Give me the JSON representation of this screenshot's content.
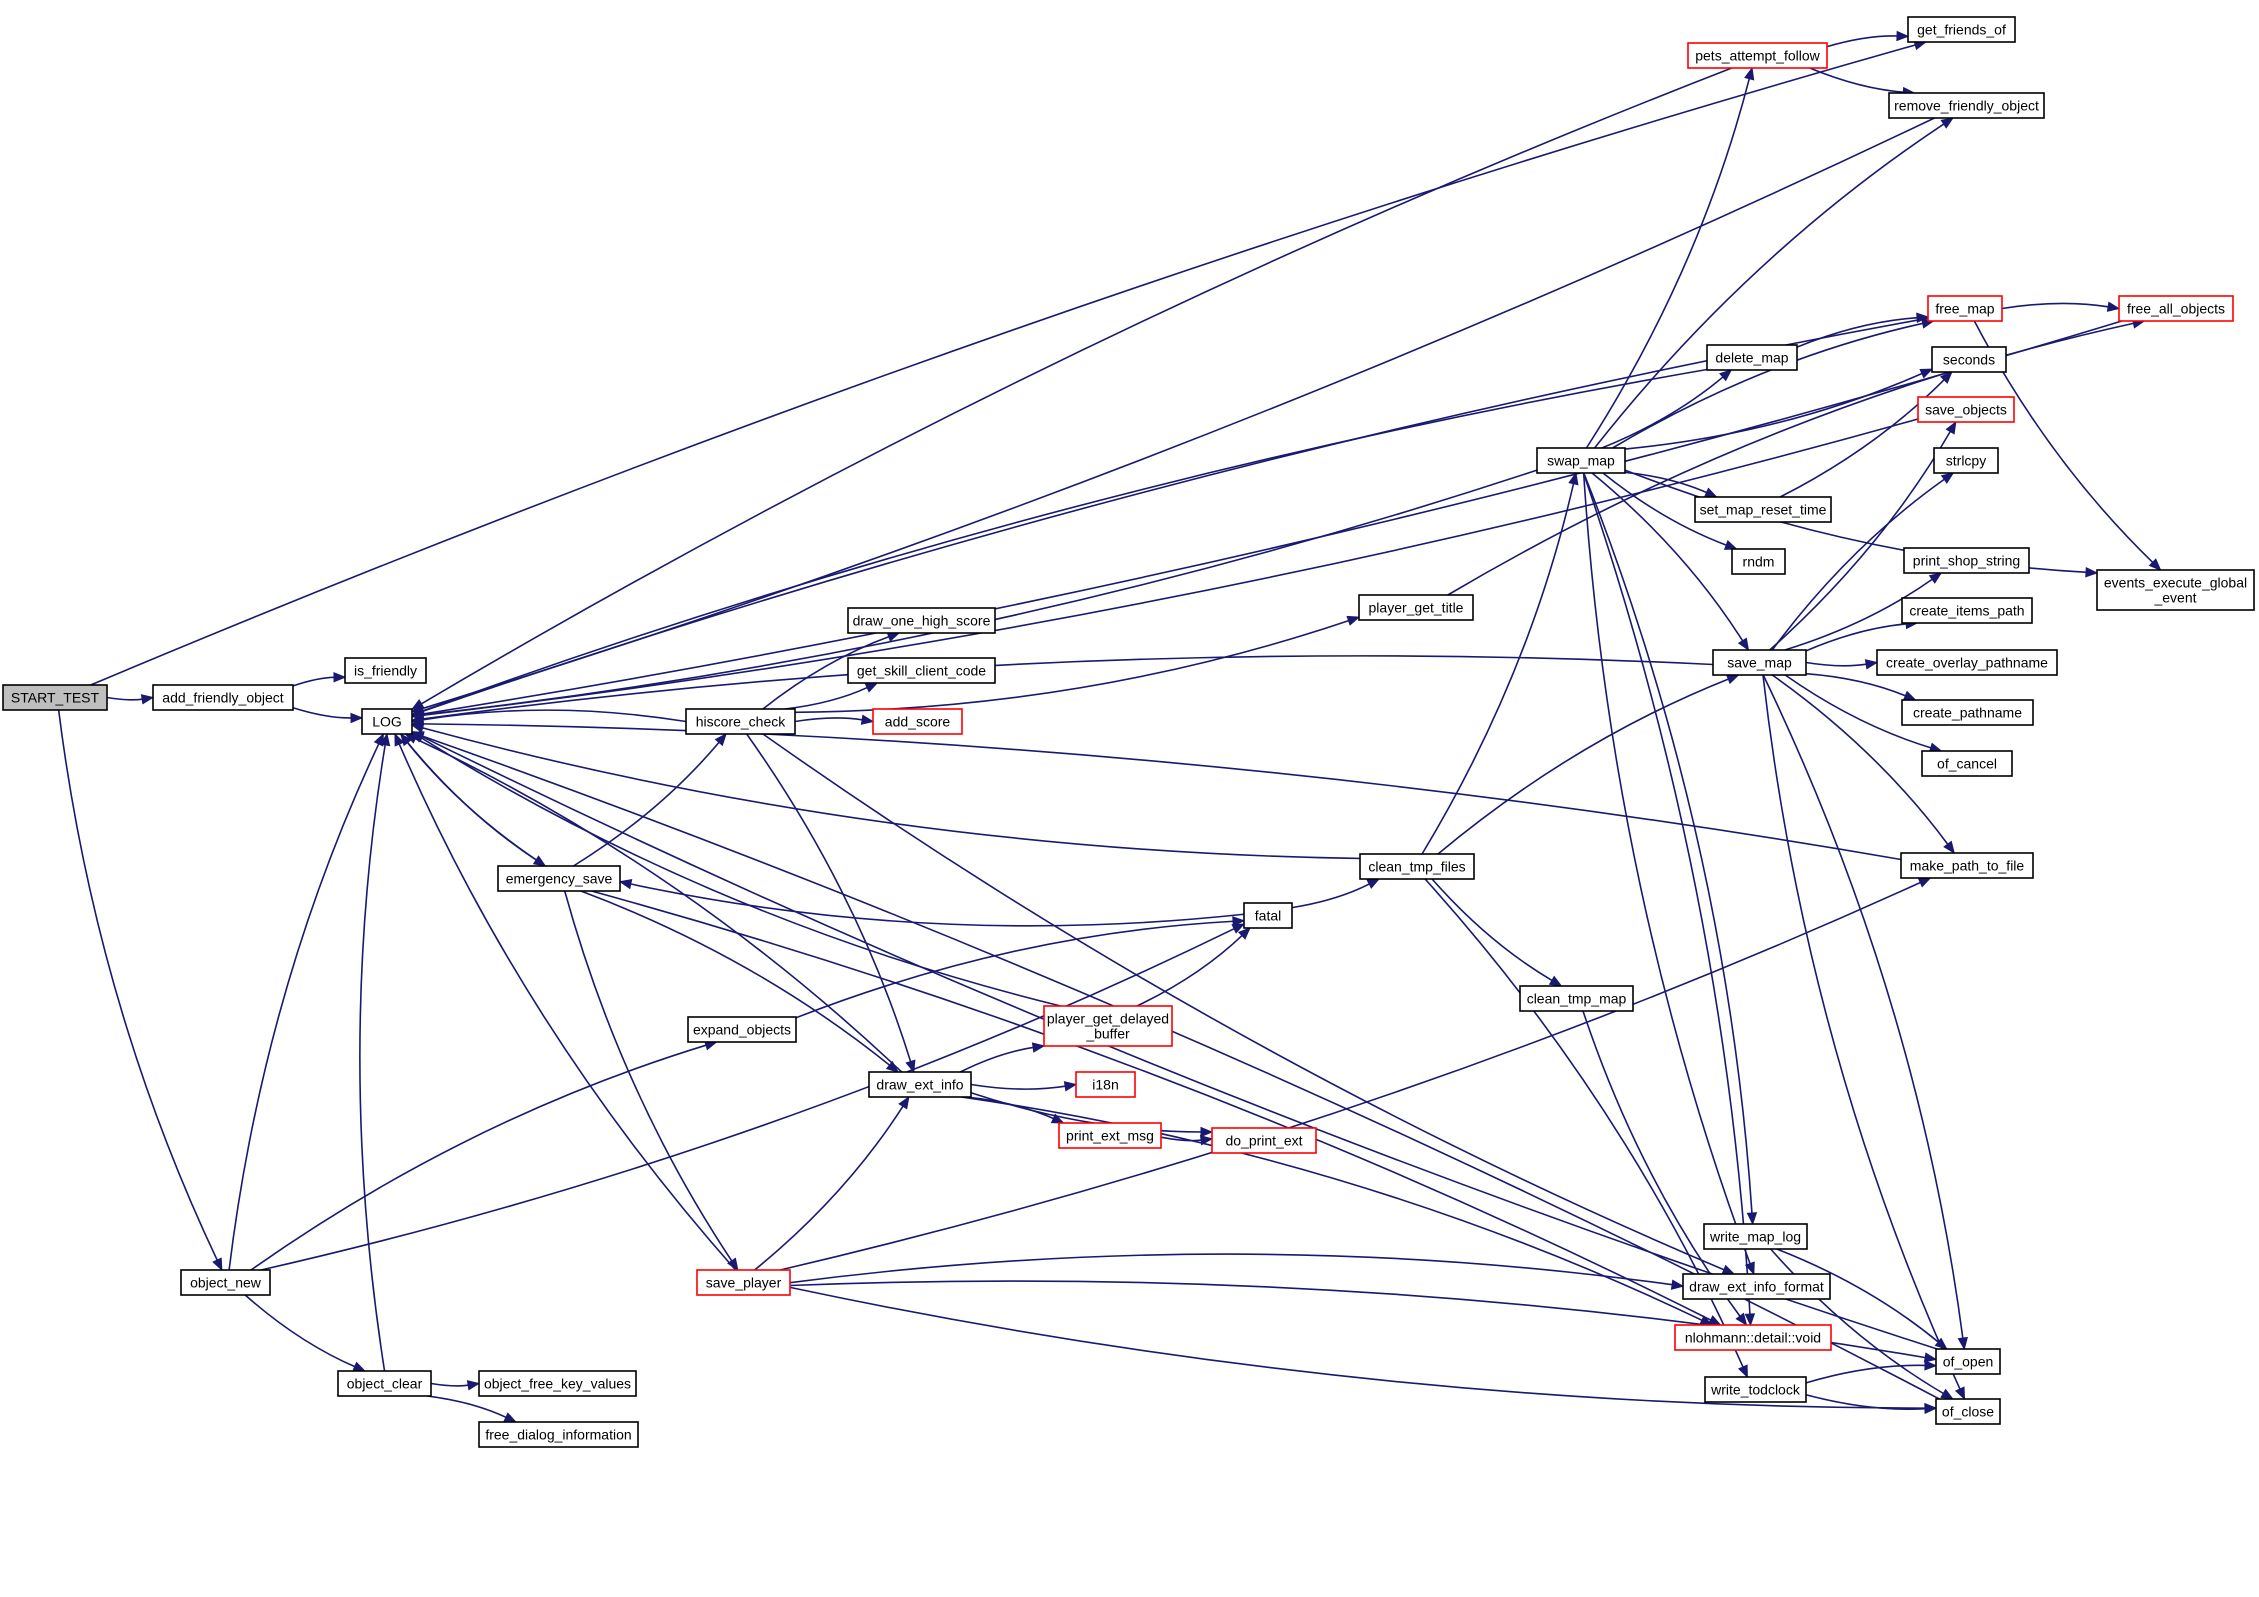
{
  "graph": {
    "nodes": [
      {
        "id": "START_TEST",
        "label": [
          "START_TEST"
        ],
        "style": "root"
      },
      {
        "id": "add_friendly_object",
        "label": [
          "add_friendly_object"
        ]
      },
      {
        "id": "is_friendly",
        "label": [
          "is_friendly"
        ]
      },
      {
        "id": "LOG",
        "label": [
          "LOG"
        ]
      },
      {
        "id": "object_new",
        "label": [
          "object_new"
        ]
      },
      {
        "id": "object_clear",
        "label": [
          "object_clear"
        ]
      },
      {
        "id": "object_free_key_values",
        "label": [
          "object_free_key_values"
        ]
      },
      {
        "id": "free_dialog_information",
        "label": [
          "free_dialog_information"
        ]
      },
      {
        "id": "emergency_save",
        "label": [
          "emergency_save"
        ]
      },
      {
        "id": "hiscore_check",
        "label": [
          "hiscore_check"
        ]
      },
      {
        "id": "draw_one_high_score",
        "label": [
          "draw_one_high_score"
        ]
      },
      {
        "id": "get_skill_client_code",
        "label": [
          "get_skill_client_code"
        ]
      },
      {
        "id": "add_score",
        "label": [
          "add_score"
        ],
        "style": "truncated"
      },
      {
        "id": "expand_objects",
        "label": [
          "expand_objects"
        ]
      },
      {
        "id": "draw_ext_info",
        "label": [
          "draw_ext_info"
        ]
      },
      {
        "id": "save_player",
        "label": [
          "save_player"
        ],
        "style": "truncated"
      },
      {
        "id": "player_get_delayed_buffer",
        "label": [
          "player_get_delayed",
          "_buffer"
        ],
        "style": "truncated"
      },
      {
        "id": "i18n",
        "label": [
          "i18n"
        ],
        "style": "truncated"
      },
      {
        "id": "print_ext_msg",
        "label": [
          "print_ext_msg"
        ],
        "style": "truncated"
      },
      {
        "id": "do_print_ext",
        "label": [
          "do_print_ext"
        ],
        "style": "truncated"
      },
      {
        "id": "fatal",
        "label": [
          "fatal"
        ]
      },
      {
        "id": "player_get_title",
        "label": [
          "player_get_title"
        ]
      },
      {
        "id": "clean_tmp_files",
        "label": [
          "clean_tmp_files"
        ]
      },
      {
        "id": "clean_tmp_map",
        "label": [
          "clean_tmp_map"
        ]
      },
      {
        "id": "swap_map",
        "label": [
          "swap_map"
        ]
      },
      {
        "id": "delete_map",
        "label": [
          "delete_map"
        ]
      },
      {
        "id": "set_map_reset_time",
        "label": [
          "set_map_reset_time"
        ]
      },
      {
        "id": "rndm",
        "label": [
          "rndm"
        ]
      },
      {
        "id": "save_map",
        "label": [
          "save_map"
        ]
      },
      {
        "id": "write_map_log",
        "label": [
          "write_map_log"
        ]
      },
      {
        "id": "draw_ext_info_format",
        "label": [
          "draw_ext_info_format"
        ]
      },
      {
        "id": "nlohmann_detail_void",
        "label": [
          "nlohmann::detail::void"
        ],
        "style": "truncated"
      },
      {
        "id": "write_todclock",
        "label": [
          "write_todclock"
        ]
      },
      {
        "id": "pets_attempt_follow",
        "label": [
          "pets_attempt_follow"
        ],
        "style": "truncated"
      },
      {
        "id": "get_friends_of",
        "label": [
          "get_friends_of"
        ]
      },
      {
        "id": "remove_friendly_object",
        "label": [
          "remove_friendly_object"
        ]
      },
      {
        "id": "free_map",
        "label": [
          "free_map"
        ],
        "style": "truncated"
      },
      {
        "id": "free_all_objects",
        "label": [
          "free_all_objects"
        ],
        "style": "truncated"
      },
      {
        "id": "seconds",
        "label": [
          "seconds"
        ]
      },
      {
        "id": "save_objects",
        "label": [
          "save_objects"
        ],
        "style": "truncated"
      },
      {
        "id": "strlcpy",
        "label": [
          "strlcpy"
        ]
      },
      {
        "id": "print_shop_string",
        "label": [
          "print_shop_string"
        ]
      },
      {
        "id": "create_items_path",
        "label": [
          "create_items_path"
        ]
      },
      {
        "id": "create_overlay_pathname",
        "label": [
          "create_overlay_pathname"
        ]
      },
      {
        "id": "create_pathname",
        "label": [
          "create_pathname"
        ]
      },
      {
        "id": "of_cancel",
        "label": [
          "of_cancel"
        ]
      },
      {
        "id": "make_path_to_file",
        "label": [
          "make_path_to_file"
        ]
      },
      {
        "id": "events_execute_global_event",
        "label": [
          "events_execute_global",
          "_event"
        ]
      },
      {
        "id": "of_open",
        "label": [
          "of_open"
        ]
      },
      {
        "id": "of_close",
        "label": [
          "of_close"
        ]
      }
    ],
    "edges": [
      [
        "START_TEST",
        "add_friendly_object"
      ],
      [
        "START_TEST",
        "get_friends_of"
      ],
      [
        "START_TEST",
        "object_new"
      ],
      [
        "add_friendly_object",
        "is_friendly"
      ],
      [
        "add_friendly_object",
        "LOG"
      ],
      [
        "object_new",
        "LOG"
      ],
      [
        "object_new",
        "fatal"
      ],
      [
        "object_new",
        "expand_objects"
      ],
      [
        "object_new",
        "object_clear"
      ],
      [
        "object_clear",
        "LOG"
      ],
      [
        "object_clear",
        "object_free_key_values"
      ],
      [
        "object_clear",
        "free_dialog_information"
      ],
      [
        "LOG",
        "emergency_save"
      ],
      [
        "emergency_save",
        "LOG"
      ],
      [
        "emergency_save",
        "hiscore_check"
      ],
      [
        "emergency_save",
        "draw_ext_info"
      ],
      [
        "emergency_save",
        "save_player"
      ],
      [
        "emergency_save",
        "nlohmann_detail_void"
      ],
      [
        "hiscore_check",
        "LOG"
      ],
      [
        "hiscore_check",
        "draw_one_high_score"
      ],
      [
        "hiscore_check",
        "get_skill_client_code"
      ],
      [
        "hiscore_check",
        "add_score"
      ],
      [
        "hiscore_check",
        "player_get_title"
      ],
      [
        "hiscore_check",
        "draw_ext_info"
      ],
      [
        "hiscore_check",
        "draw_ext_info_format"
      ],
      [
        "expand_objects",
        "fatal"
      ],
      [
        "draw_ext_info",
        "LOG"
      ],
      [
        "draw_ext_info",
        "player_get_delayed_buffer"
      ],
      [
        "draw_ext_info",
        "i18n"
      ],
      [
        "draw_ext_info",
        "print_ext_msg"
      ],
      [
        "draw_ext_info",
        "do_print_ext"
      ],
      [
        "draw_ext_info",
        "nlohmann_detail_void"
      ],
      [
        "print_ext_msg",
        "do_print_ext"
      ],
      [
        "player_get_delayed_buffer",
        "LOG"
      ],
      [
        "player_get_delayed_buffer",
        "fatal"
      ],
      [
        "save_player",
        "LOG"
      ],
      [
        "save_player",
        "draw_ext_info"
      ],
      [
        "save_player",
        "draw_ext_info_format"
      ],
      [
        "save_player",
        "make_path_to_file"
      ],
      [
        "save_player",
        "of_open"
      ],
      [
        "save_player",
        "of_close"
      ],
      [
        "fatal",
        "emergency_save"
      ],
      [
        "fatal",
        "clean_tmp_files"
      ],
      [
        "clean_tmp_files",
        "LOG"
      ],
      [
        "clean_tmp_files",
        "swap_map"
      ],
      [
        "clean_tmp_files",
        "save_map"
      ],
      [
        "clean_tmp_files",
        "clean_tmp_map"
      ],
      [
        "clean_tmp_files",
        "write_todclock"
      ],
      [
        "clean_tmp_map",
        "nlohmann_detail_void"
      ],
      [
        "swap_map",
        "LOG"
      ],
      [
        "swap_map",
        "pets_attempt_follow"
      ],
      [
        "swap_map",
        "remove_friendly_object"
      ],
      [
        "swap_map",
        "delete_map"
      ],
      [
        "swap_map",
        "free_map"
      ],
      [
        "swap_map",
        "seconds"
      ],
      [
        "swap_map",
        "set_map_reset_time"
      ],
      [
        "swap_map",
        "rndm"
      ],
      [
        "swap_map",
        "save_map"
      ],
      [
        "swap_map",
        "events_execute_global_event"
      ],
      [
        "swap_map",
        "write_map_log"
      ],
      [
        "swap_map",
        "draw_ext_info_format"
      ],
      [
        "swap_map",
        "nlohmann_detail_void"
      ],
      [
        "pets_attempt_follow",
        "LOG"
      ],
      [
        "pets_attempt_follow",
        "get_friends_of"
      ],
      [
        "pets_attempt_follow",
        "remove_friendly_object"
      ],
      [
        "remove_friendly_object",
        "LOG"
      ],
      [
        "delete_map",
        "LOG"
      ],
      [
        "delete_map",
        "free_map"
      ],
      [
        "free_map",
        "LOG"
      ],
      [
        "free_map",
        "free_all_objects"
      ],
      [
        "free_map",
        "events_execute_global_event"
      ],
      [
        "free_all_objects",
        "LOG"
      ],
      [
        "set_map_reset_time",
        "seconds"
      ],
      [
        "player_get_title",
        "free_all_objects"
      ],
      [
        "save_map",
        "LOG"
      ],
      [
        "save_map",
        "strlcpy"
      ],
      [
        "save_map",
        "print_shop_string"
      ],
      [
        "save_map",
        "create_items_path"
      ],
      [
        "save_map",
        "create_overlay_pathname"
      ],
      [
        "save_map",
        "create_pathname"
      ],
      [
        "save_map",
        "of_cancel"
      ],
      [
        "save_map",
        "make_path_to_file"
      ],
      [
        "save_map",
        "save_objects"
      ],
      [
        "save_map",
        "of_open"
      ],
      [
        "save_map",
        "of_close"
      ],
      [
        "save_objects",
        "LOG"
      ],
      [
        "make_path_to_file",
        "LOG"
      ],
      [
        "write_map_log",
        "of_open"
      ],
      [
        "write_map_log",
        "of_close"
      ],
      [
        "write_todclock",
        "of_open"
      ],
      [
        "write_todclock",
        "of_close"
      ],
      [
        "of_open",
        "LOG"
      ],
      [
        "of_close",
        "LOG"
      ]
    ]
  }
}
